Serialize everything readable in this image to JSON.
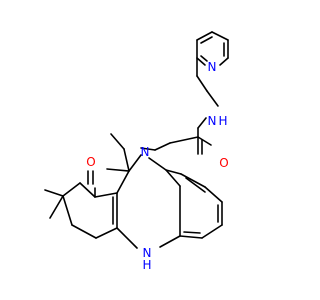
{
  "molecule": {
    "colors": {
      "bond": "#000000",
      "carbon": "#000000",
      "nitrogen": "#0000ff",
      "oxygen": "#ff0000",
      "background": "#ffffff"
    },
    "atoms": {
      "n_pyridine": {
        "text": "N",
        "element": "nitrogen"
      },
      "n_amide": {
        "text": "N",
        "element": "nitrogen"
      },
      "h_amide": {
        "text": "H",
        "element": "nitrogen"
      },
      "o_ketone": {
        "text": "O",
        "element": "oxygen"
      },
      "o_amide": {
        "text": "O",
        "element": "oxygen"
      },
      "n_ring": {
        "text": "N",
        "element": "nitrogen"
      },
      "n_amine": {
        "text": "N",
        "element": "nitrogen"
      },
      "h_amine": {
        "text": "H",
        "element": "nitrogen"
      }
    }
  }
}
